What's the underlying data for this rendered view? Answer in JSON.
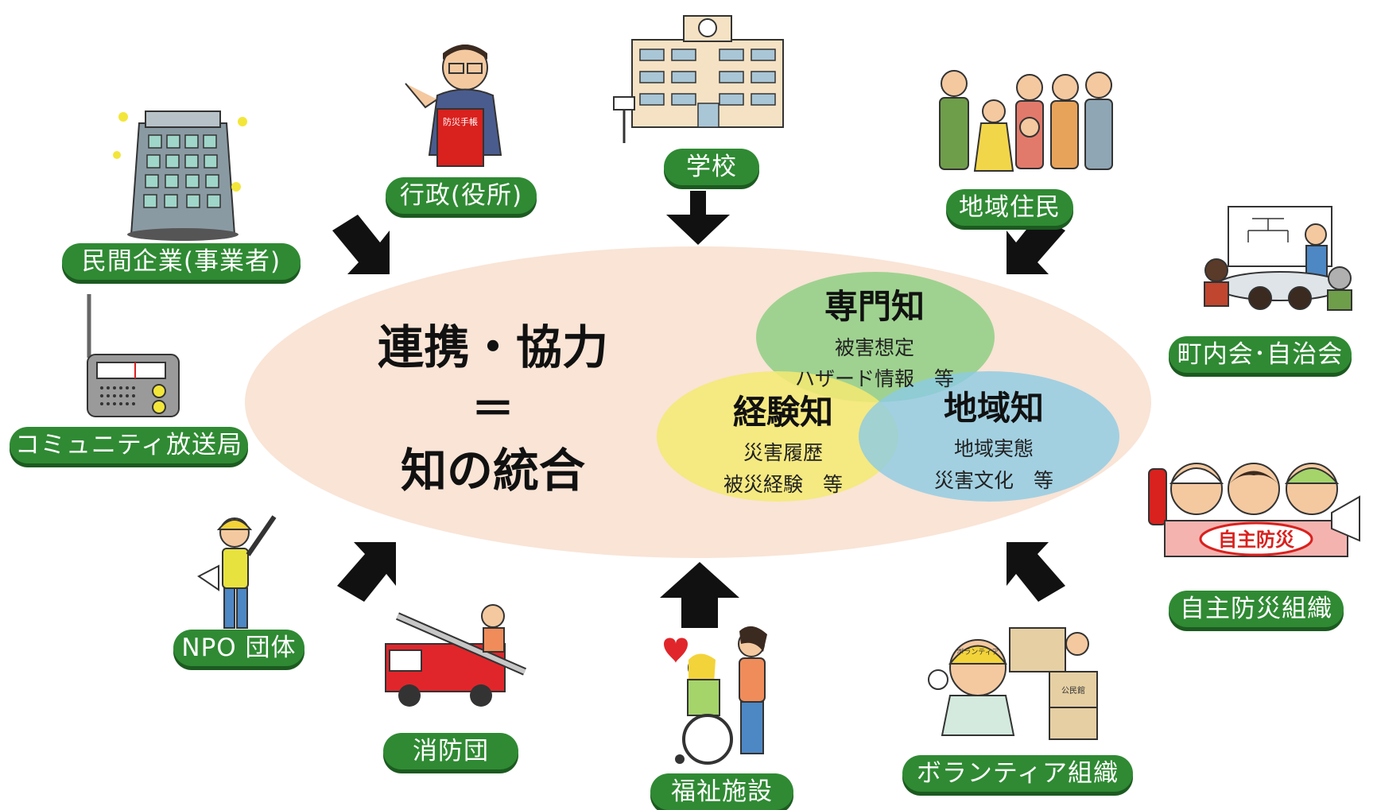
{
  "center": {
    "line1": "連携・協力",
    "line2": "＝",
    "line3": "知の統合"
  },
  "venn": {
    "senmon": {
      "title": "専門知",
      "items": [
        "被害想定",
        "ハザード情報　等"
      ],
      "color": "#8fcf84"
    },
    "keiken": {
      "title": "経験知",
      "items": [
        "災害履歴",
        "被災経験　等"
      ],
      "color": "#f5ea72"
    },
    "chiiki": {
      "title": "地域知",
      "items": [
        "地域実態",
        "災害文化　等"
      ],
      "color": "#8ccbe3"
    }
  },
  "colors": {
    "tag_bg": "#2f8a33",
    "ellipse_bg": "#f9e4d6",
    "arrow": "#111111"
  },
  "actors": [
    {
      "label": "民間企業(事業者)",
      "icon": "office-building-icon"
    },
    {
      "label": "行政(役所)",
      "icon": "official-with-handbook-icon"
    },
    {
      "label": "学校",
      "icon": "school-building-icon"
    },
    {
      "label": "地域住民",
      "icon": "residents-group-icon"
    },
    {
      "label": "町内会･自治会",
      "icon": "community-meeting-icon"
    },
    {
      "label": "自主防災組織",
      "icon": "volunteer-disaster-team-icon"
    },
    {
      "label": "ボランティア組織",
      "icon": "volunteer-worker-icon"
    },
    {
      "label": "福祉施設",
      "icon": "wheelchair-care-icon"
    },
    {
      "label": "消防団",
      "icon": "fire-truck-icon"
    },
    {
      "label": "NPO 団体",
      "icon": "npo-worker-icon"
    },
    {
      "label": "コミュニティ放送局",
      "icon": "radio-icon"
    }
  ],
  "book_label": "防災手帳",
  "badge_label": "自主防災",
  "volunteer_helmet": "ボランティア",
  "box_label": "公民館"
}
